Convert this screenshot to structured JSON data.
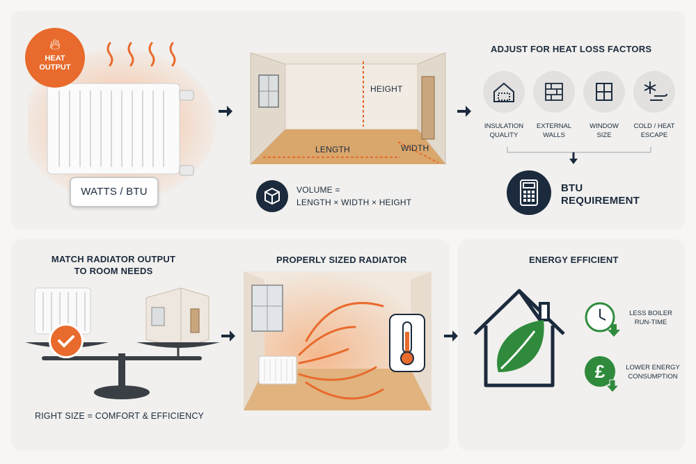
{
  "heat_output": {
    "badge_line1": "HEAT",
    "badge_line2": "OUTPUT",
    "sign": "WATTS / BTU"
  },
  "room": {
    "height": "HEIGHT",
    "length": "LENGTH",
    "width": "WIDTH"
  },
  "volume": {
    "line1": "VOLUME =",
    "line2": "LENGTH × WIDTH × HEIGHT"
  },
  "factors": {
    "title": "ADJUST FOR HEAT LOSS FACTORS",
    "items": [
      {
        "line1": "INSULATION",
        "line2": "QUALITY",
        "icon": "house-insulation-icon"
      },
      {
        "line1": "EXTERNAL",
        "line2": "WALLS",
        "icon": "brick-wall-icon"
      },
      {
        "line1": "WINDOW",
        "line2": "SIZE",
        "icon": "window-icon"
      },
      {
        "line1": "COLD / HEAT",
        "line2": "ESCAPE",
        "icon": "snowflake-wind-icon"
      }
    ]
  },
  "btu": {
    "line1": "BTU",
    "line2": "REQUIREMENT"
  },
  "match": {
    "line1": "MATCH RADIATOR OUTPUT",
    "line2": "TO ROOM NEEDS",
    "caption": "RIGHT SIZE = COMFORT & EFFICIENCY"
  },
  "sized": {
    "title": "PROPERLY SIZED RADIATOR"
  },
  "energy": {
    "title": "ENERGY EFFICIENT",
    "benefit1_line1": "LESS BOILER",
    "benefit1_line2": "RUN-TIME",
    "benefit2_line1": "LOWER ENERGY",
    "benefit2_line2": "CONSUMPTION"
  },
  "colors": {
    "navy": "#1b2a3c",
    "orange": "#e86a2c",
    "green": "#2f8a3c"
  }
}
